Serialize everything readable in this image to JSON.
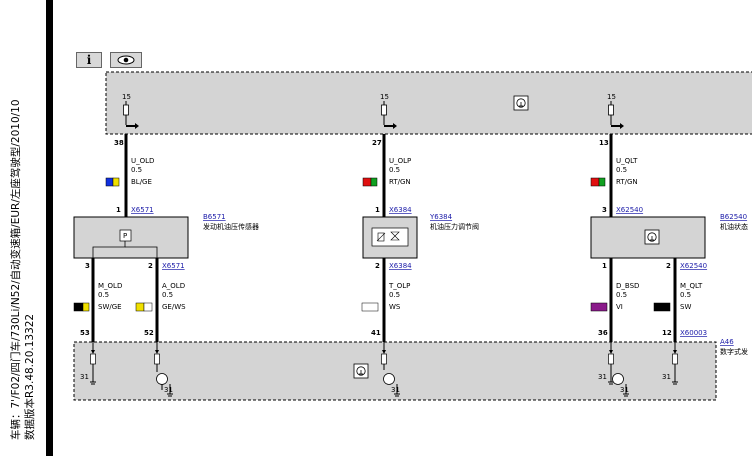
{
  "header": {
    "vehicle_line": "车辆：7'/F02/四门车/730Li/N52/自动变速箱/EUR/左座驾驶型/2010/10",
    "version_line": "数据版本R3.48.20.13322"
  },
  "toolbar": {
    "info_label": "i"
  },
  "top_bus": {
    "fuse_labels": [
      "15",
      "15",
      "15"
    ]
  },
  "columns": [
    {
      "upper": {
        "pin": "38",
        "signal": "U_OLD",
        "size": "0.5",
        "color": "BL/GE"
      },
      "connector_top": {
        "pin": "1",
        "id": "X6571"
      },
      "component": {
        "id": "B6571",
        "name": "发动机油压传感器"
      },
      "lower_wires": [
        {
          "pin_top": "3",
          "signal": "M_OLD",
          "size": "0.5",
          "color": "SW/GE",
          "pin_bottom": "53"
        },
        {
          "pin_top": "2",
          "connector": "X6571",
          "signal": "A_OLD",
          "size": "0.5",
          "color": "GE/WS",
          "pin_bottom": "52"
        }
      ]
    },
    {
      "upper": {
        "pin": "27",
        "signal": "U_OLP",
        "size": "0.5",
        "color": "RT/GN"
      },
      "connector_top": {
        "pin": "1",
        "id": "X6384"
      },
      "component": {
        "id": "Y6384",
        "name": "机油压力调节阀"
      },
      "lower_wires": [
        {
          "pin_top": "2",
          "connector": "X6384",
          "signal": "T_OLP",
          "size": "0.5",
          "color": "WS",
          "pin_bottom": "41"
        }
      ]
    },
    {
      "upper": {
        "pin": "13",
        "signal": "U_QLT",
        "size": "0.5",
        "color": "RT/GN"
      },
      "connector_top": {
        "pin": "3",
        "id": "X62540"
      },
      "component": {
        "id": "B62540",
        "name": "机油状态"
      },
      "lower_wires": [
        {
          "pin_top": "1",
          "signal": "D_BSD",
          "size": "0.5",
          "color": "VI",
          "pin_bottom": "36"
        },
        {
          "pin_top": "2",
          "connector": "X62540",
          "signal": "M_QLT",
          "size": "0.5",
          "color": "SW",
          "pin_bottom": "12",
          "extra_connector": "X60003"
        }
      ]
    }
  ],
  "bottom_module": {
    "id": "A46",
    "name": "数字式发",
    "ground_labels": [
      "31",
      "31",
      "31",
      "31",
      "31",
      "31"
    ]
  },
  "colors": {
    "panel_fill": "#d4d4d4",
    "blue": "#1030e0",
    "yellow": "#f0e000",
    "red": "#e01010",
    "green": "#10a020",
    "violet": "#8a1a8a",
    "black": "#000000",
    "white": "#ffffff"
  }
}
